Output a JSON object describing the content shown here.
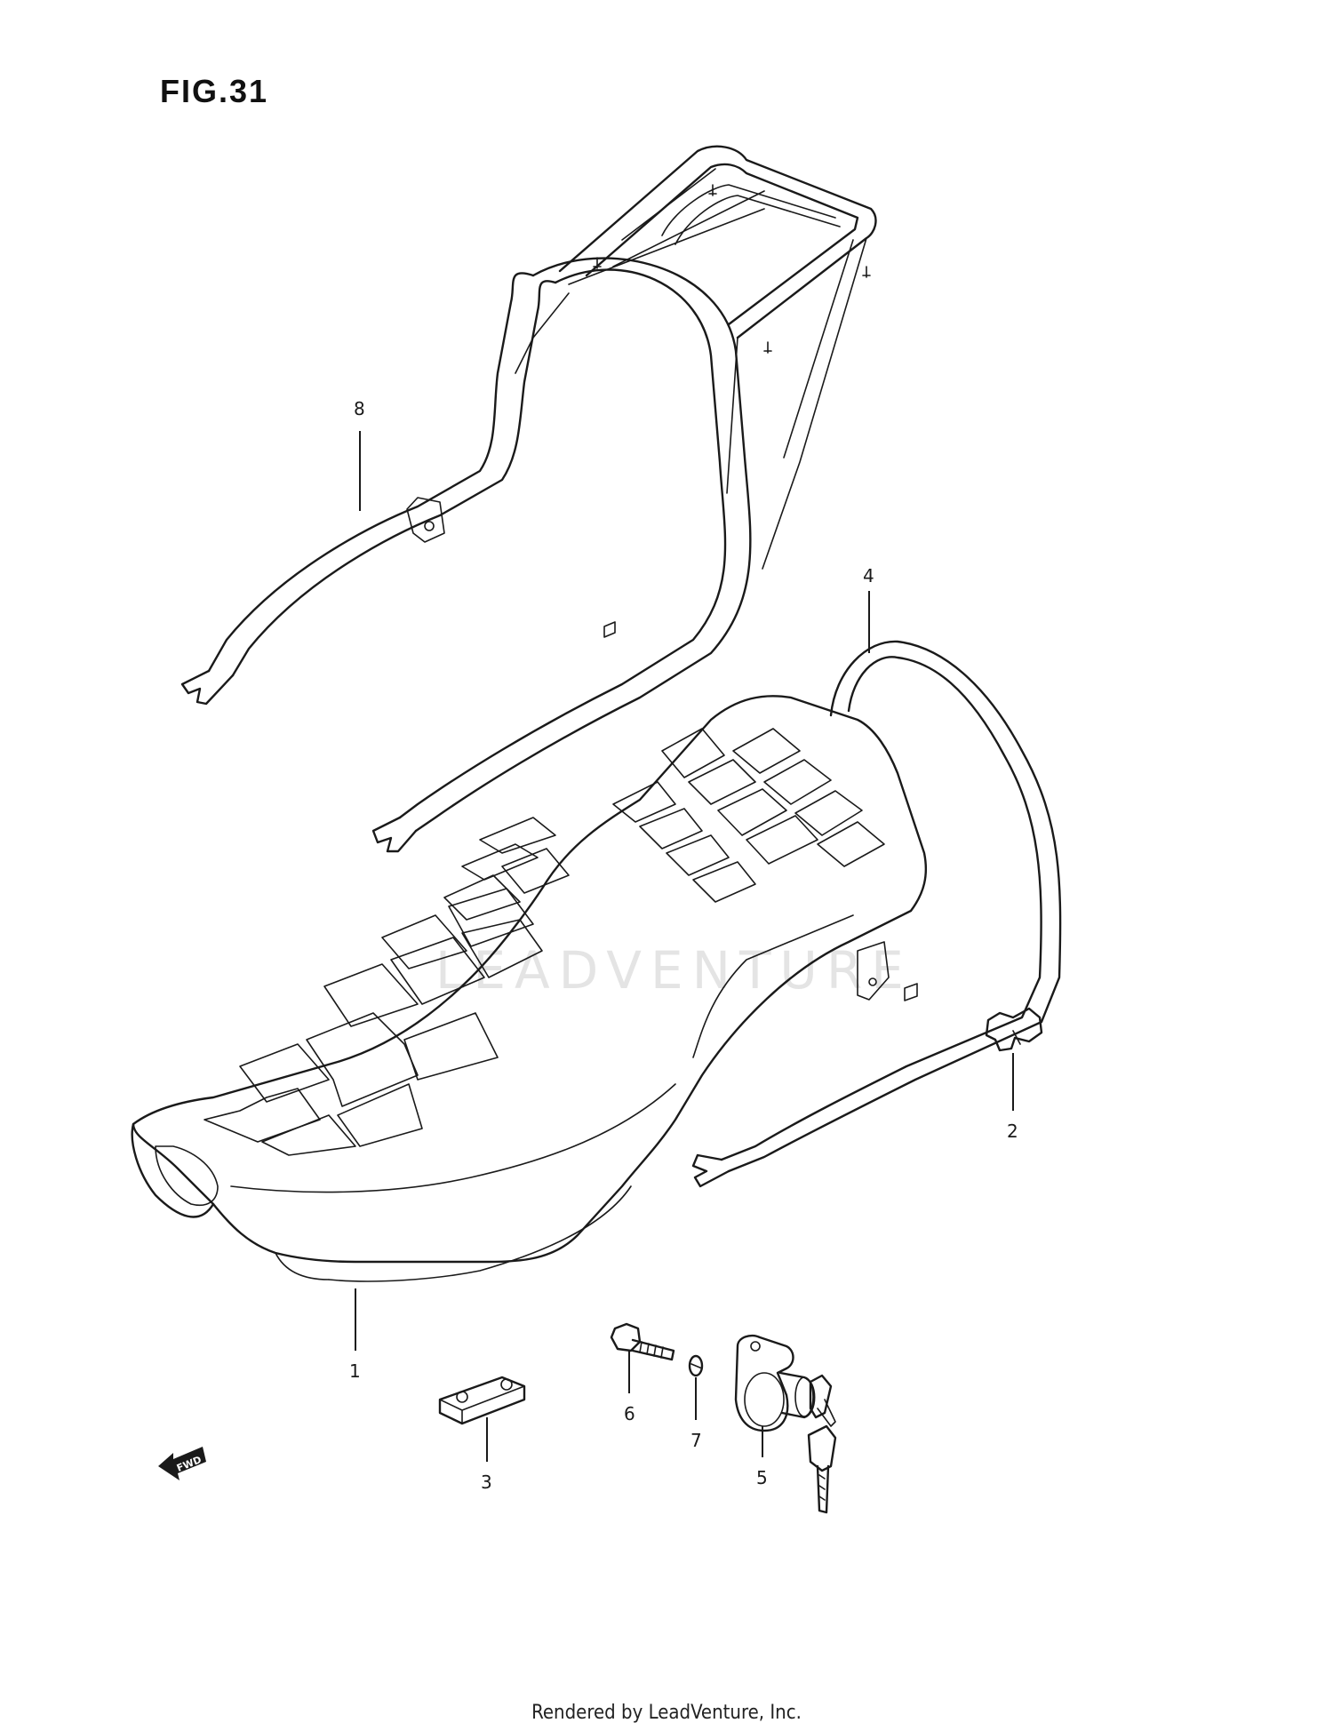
{
  "figure": {
    "title": "FIG.31"
  },
  "watermark": {
    "text": "LEADVENTURE"
  },
  "callouts": {
    "p1": "1",
    "p2": "2",
    "p3": "3",
    "p4": "4",
    "p5": "5",
    "p6": "6",
    "p7": "7",
    "p8": "8"
  },
  "fwd_arrow": {
    "label": "FWD"
  },
  "footer": {
    "text": "Rendered by LeadVenture, Inc."
  }
}
